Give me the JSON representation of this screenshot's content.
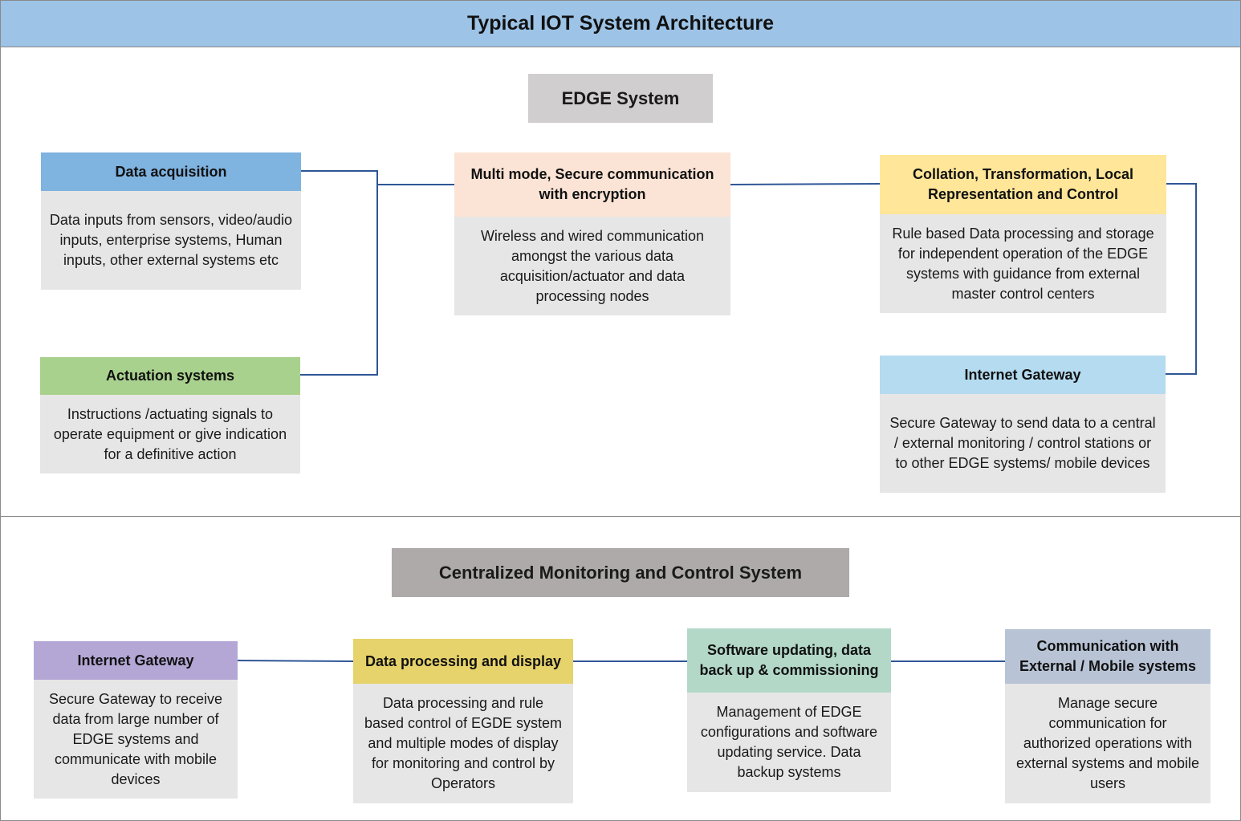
{
  "title": "Typical IOT System Architecture",
  "edge": {
    "label": "EDGE System",
    "boxes": [
      {
        "id": "data-acquisition",
        "title": "Data acquisition",
        "body": "Data inputs from sensors, video/audio inputs, enterprise systems, Human inputs, other external systems etc",
        "head_color": "#7fb3e0"
      },
      {
        "id": "actuation",
        "title": "Actuation systems",
        "body": "Instructions /actuating signals to operate equipment or give indication  for a definitive action",
        "head_color": "#a9d18e"
      },
      {
        "id": "communication",
        "title": "Multi mode, Secure  communication with encryption",
        "body": "Wireless and wired communication amongst the various data acquisition/actuator and data processing nodes",
        "head_color": "#fbe4d5"
      },
      {
        "id": "collation",
        "title": "Collation, Transformation, Local Representation and Control",
        "body": "Rule based Data processing and storage for  independent operation of the EDGE systems with guidance from external master control centers",
        "head_color": "#ffe699"
      },
      {
        "id": "edge-gateway",
        "title": "Internet Gateway",
        "body": "Secure Gateway to send data to a central / external monitoring / control stations or to other EDGE systems/ mobile devices",
        "head_color": "#b4dbf0"
      }
    ]
  },
  "central": {
    "label": "Centralized Monitoring and Control System",
    "boxes": [
      {
        "id": "central-gateway",
        "title": "Internet Gateway",
        "body": "Secure Gateway to receive data from large number of EDGE systems and communicate with mobile devices",
        "head_color": "#b4a7d6"
      },
      {
        "id": "data-processing",
        "title": "Data processing and display",
        "body": "Data processing and rule based control of EGDE system  and multiple modes of display for monitoring and control by Operators",
        "head_color": "#e6d36b"
      },
      {
        "id": "software-updating",
        "title": "Software updating,  data back up & commissioning",
        "body": "Management of EDGE configurations and software updating service. Data backup systems",
        "head_color": "#b3d8c8"
      },
      {
        "id": "external-comm",
        "title": "Communication with External / Mobile systems",
        "body": "Manage secure communication for authorized operations with external systems and mobile users",
        "head_color": "#b8c4d6"
      }
    ]
  },
  "colors": {
    "title_bar": "#9dc3e6",
    "edge_label_bg": "#d0cece",
    "central_label_bg": "#aeaaaa",
    "body_bg": "#e7e6e6",
    "connector": "#2f5597"
  }
}
